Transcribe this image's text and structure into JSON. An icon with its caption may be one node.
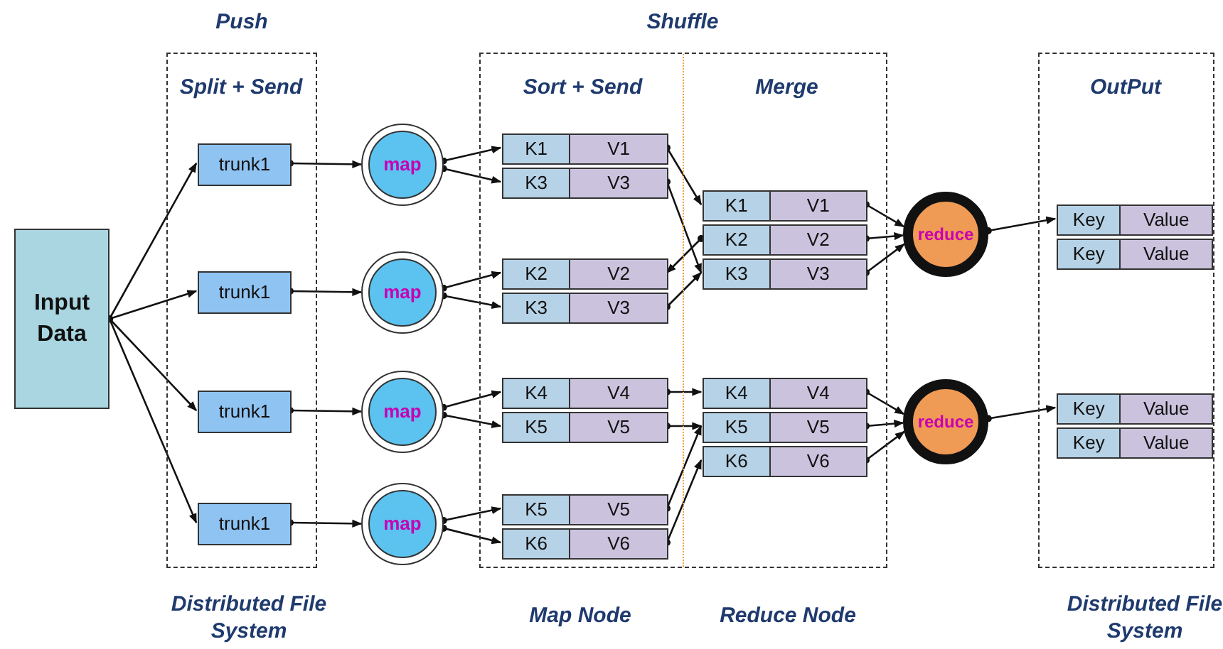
{
  "diagram": {
    "nodes": [
      {
        "text": [
          "Input Data"
        ]
      },
      {
        "text": [
          "Split + Send"
        ]
      },
      {
        "text": [
          "trunk1"
        ],
        "in": 1
      },
      {
        "text": [
          "trunk1"
        ],
        "in": 1
      },
      {
        "text": [
          "trunk1"
        ],
        "in": 1
      },
      {
        "text": [
          "trunk1"
        ],
        "in": 1
      },
      {
        "text": [
          "map"
        ]
      },
      {
        "text": [
          "map"
        ]
      },
      {
        "text": [
          "map"
        ]
      },
      {
        "text": [
          "map"
        ]
      },
      {
        "text": [
          "Sort + Send",
          "Merge"
        ]
      },
      {
        "text": [
          "K1",
          "V1"
        ],
        "in": 10
      },
      {
        "text": [
          "K3",
          "V3"
        ],
        "in": 10
      },
      {
        "text": [
          "K2",
          "V2"
        ],
        "in": 10
      },
      {
        "text": [
          "K3",
          "V3"
        ],
        "in": 10
      },
      {
        "text": [
          "K4",
          "V4"
        ],
        "in": 10
      },
      {
        "text": [
          "K5",
          "V5"
        ],
        "in": 10
      },
      {
        "text": [
          "K5",
          "V5"
        ],
        "in": 10
      },
      {
        "text": [
          "K6",
          "V6"
        ],
        "in": 10
      },
      {
        "text": [
          "K1",
          "V1"
        ],
        "in": 10
      },
      {
        "text": [
          "K2",
          "V2"
        ],
        "in": 10
      },
      {
        "text": [
          "K3",
          "V3"
        ],
        "in": 10
      },
      {
        "text": [
          "K4",
          "V4"
        ],
        "in": 10
      },
      {
        "text": [
          "K5",
          "V5"
        ],
        "in": 10
      },
      {
        "text": [
          "K6",
          "V6"
        ],
        "in": 10
      },
      {
        "text": [
          "reduce"
        ]
      },
      {
        "text": [
          "reduce"
        ]
      },
      {
        "text": [
          "OutPut"
        ]
      },
      {
        "text": [
          "Key",
          "Value"
        ],
        "in": 27
      },
      {
        "text": [
          "Key",
          "Value"
        ],
        "in": 27
      },
      {
        "text": [
          "Key",
          "Value"
        ],
        "in": 27
      },
      {
        "text": [
          "Key",
          "Value"
        ],
        "in": 27
      }
    ],
    "edges": [
      {
        "from": 0,
        "to": 2,
        "arrow": "to"
      },
      {
        "from": 0,
        "to": 3,
        "arrow": "to"
      },
      {
        "from": 0,
        "to": 4,
        "arrow": "to"
      },
      {
        "from": 0,
        "to": 5,
        "arrow": "to"
      },
      {
        "from": 2,
        "to": 6,
        "arrow": "to"
      },
      {
        "from": 3,
        "to": 7,
        "arrow": "to"
      },
      {
        "from": 4,
        "to": 8,
        "arrow": "to"
      },
      {
        "from": 5,
        "to": 9,
        "arrow": "to"
      },
      {
        "from": 6,
        "to": 11,
        "arrow": "to"
      },
      {
        "from": 6,
        "to": 12,
        "arrow": "to"
      },
      {
        "from": 7,
        "to": 13,
        "arrow": "to"
      },
      {
        "from": 7,
        "to": 14,
        "arrow": "to"
      },
      {
        "from": 8,
        "to": 15,
        "arrow": "to"
      },
      {
        "from": 8,
        "to": 16,
        "arrow": "to"
      },
      {
        "from": 9,
        "to": 17,
        "arrow": "to"
      },
      {
        "from": 9,
        "to": 18,
        "arrow": "to"
      },
      {
        "from": 11,
        "to": 19,
        "arrow": "to"
      },
      {
        "from": 12,
        "to": 21,
        "arrow": "to"
      },
      {
        "from": 20,
        "to": 13,
        "arrow": "to"
      },
      {
        "from": 14,
        "to": 21,
        "arrow": "to"
      },
      {
        "from": 15,
        "to": 22,
        "arrow": "to"
      },
      {
        "from": 16,
        "to": 23,
        "arrow": "to"
      },
      {
        "from": 17,
        "to": 23,
        "arrow": "to"
      },
      {
        "from": 18,
        "to": 24,
        "arrow": "to"
      },
      {
        "from": 19,
        "to": 25,
        "arrow": "to"
      },
      {
        "from": 20,
        "to": 25,
        "arrow": "to"
      },
      {
        "from": 21,
        "to": 25,
        "arrow": "to"
      },
      {
        "from": 22,
        "to": 26,
        "arrow": "to"
      },
      {
        "from": 23,
        "to": 26,
        "arrow": "to"
      },
      {
        "from": 24,
        "to": 26,
        "arrow": "to"
      },
      {
        "from": 25,
        "to": 28,
        "arrow": "to"
      },
      {
        "from": 26,
        "to": 30,
        "arrow": "to"
      }
    ],
    "labels": [
      "Push",
      "Shuffle",
      "Distributed File System",
      "Map Node",
      "Reduce Node",
      "Distributed File System"
    ]
  }
}
